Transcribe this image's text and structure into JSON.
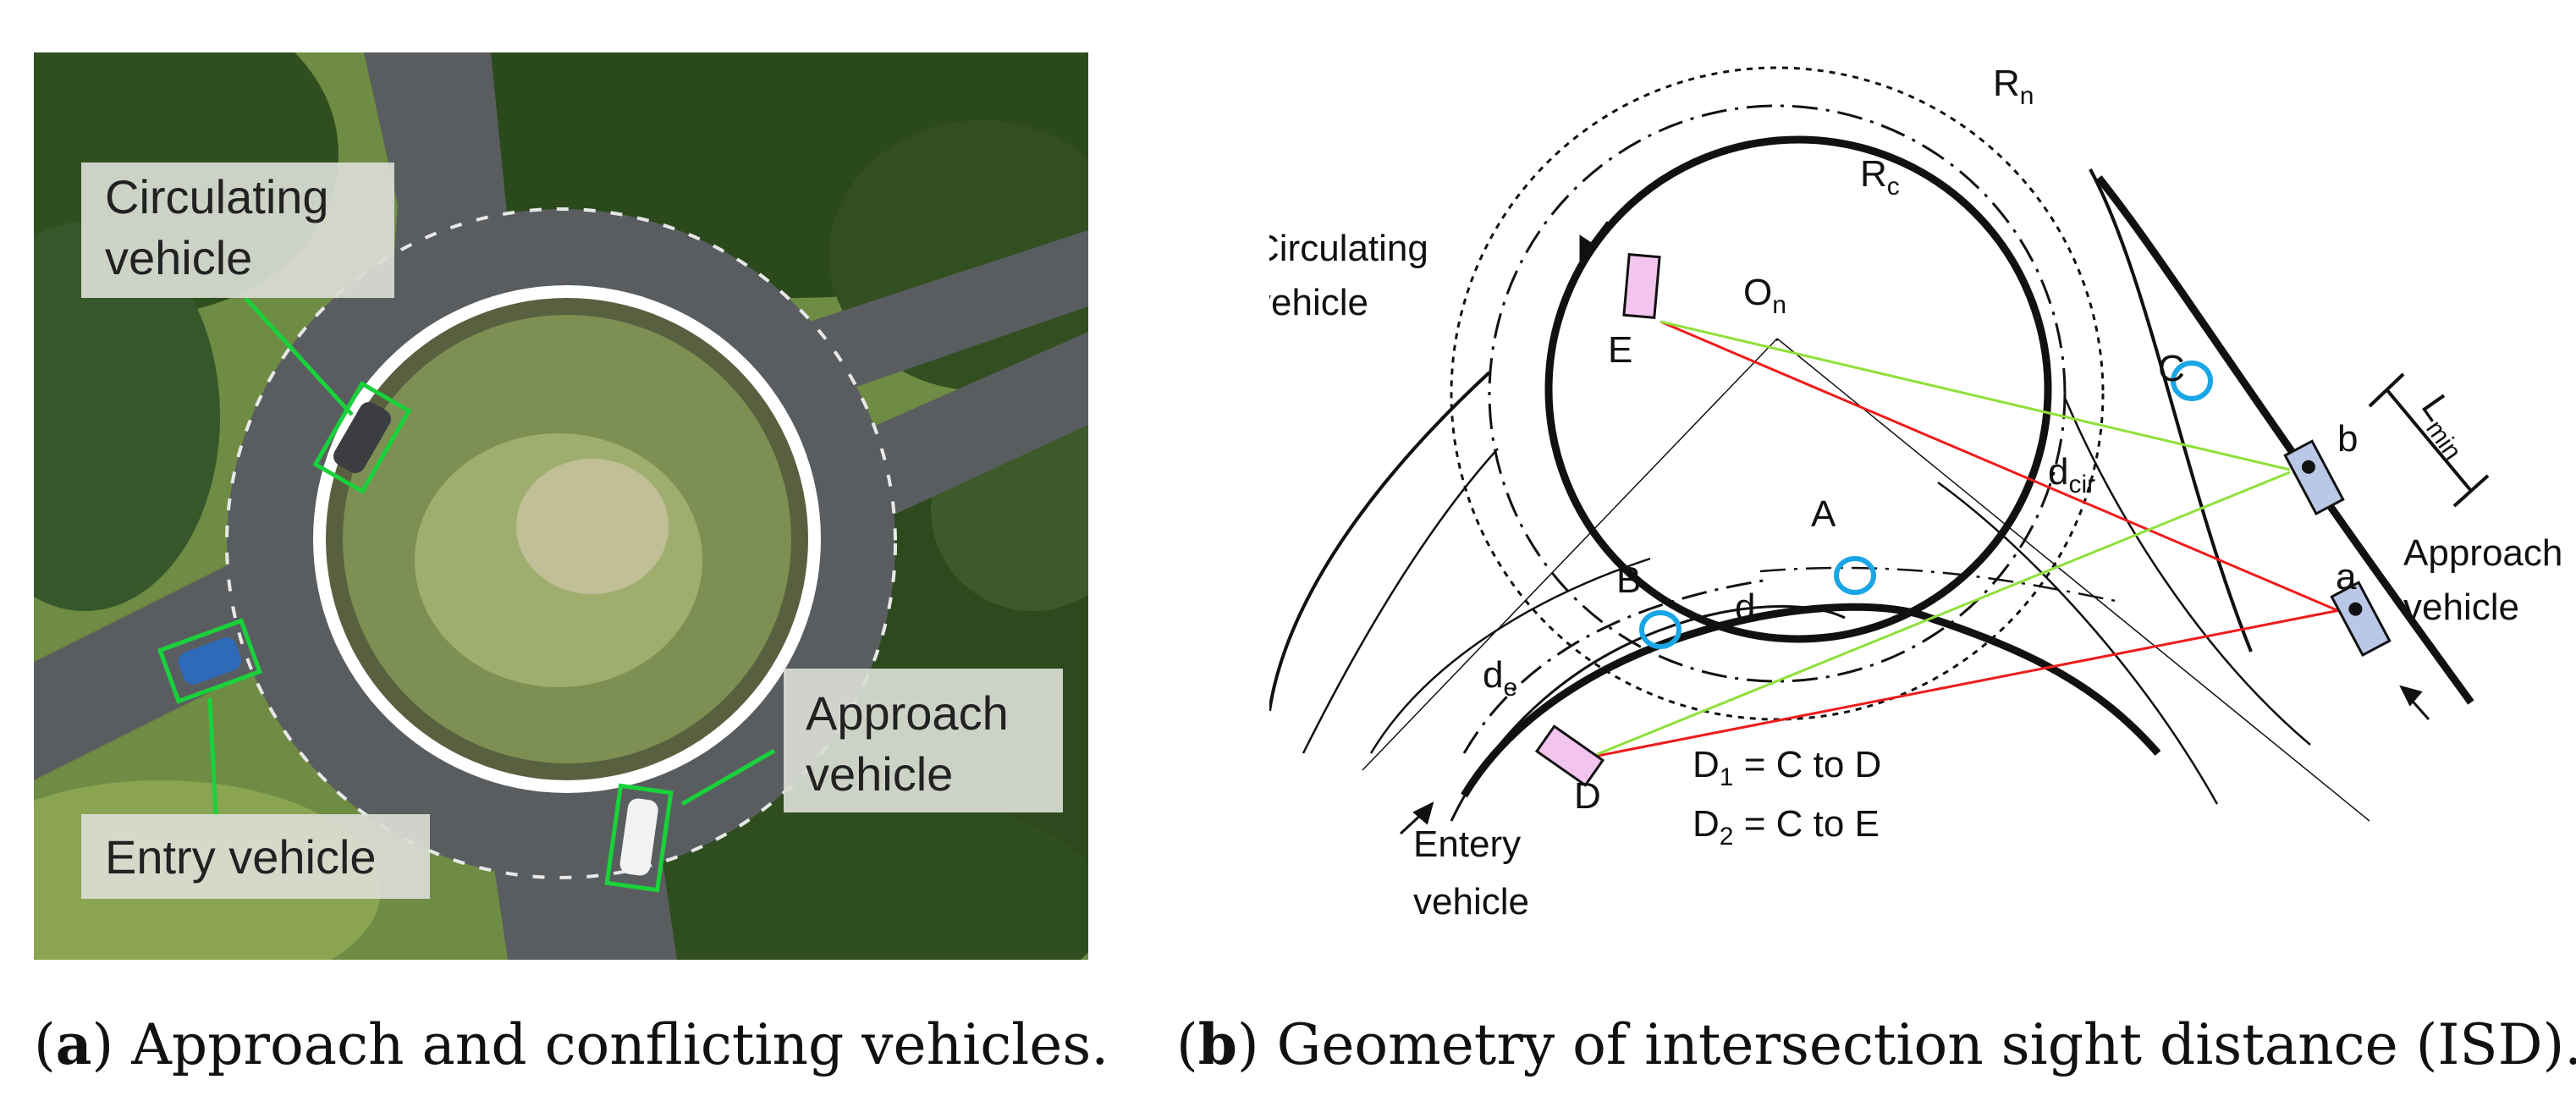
{
  "panel_a": {
    "labels": {
      "circulating": [
        "Circulating",
        "vehicle"
      ],
      "approach": [
        "Approach",
        "vehicle"
      ],
      "entry": "Entry vehicle"
    },
    "colors": {
      "road": "#575a5d",
      "grass": "#6b8a3c",
      "trees": "#2e4d1f",
      "box": "#19d23b",
      "label_bg": "#d9ddd3"
    }
  },
  "panel_b": {
    "labels": {
      "Rn": "R",
      "Rn_sub": "n",
      "Rc": "R",
      "Rc_sub": "c",
      "On": "O",
      "On_sub": "n",
      "circulating": [
        "Circulating",
        "vehicle"
      ],
      "approach": [
        "Approach",
        "vehicle"
      ],
      "entry": [
        "Entery",
        "vehicle"
      ],
      "A": "A",
      "B": "B",
      "C": "C",
      "D": "D",
      "E": "E",
      "a": "a",
      "b": "b",
      "d": "d",
      "de": "d",
      "de_sub": "e",
      "dcir": "d",
      "dcir_sub": "cir",
      "Lmin": "L",
      "Lmin_sub": "min",
      "eq1_pre": "D",
      "eq1_sub": "1",
      "eq1_post": " = C to D",
      "eq2_pre": "D",
      "eq2_sub": "2",
      "eq2_post": " = C to E"
    },
    "colors": {
      "red_line": "#ee1c1c",
      "green_line": "#8fe03a",
      "marker": "#1aa6e6",
      "circ_vehicle": "#f2c4ee",
      "approach_vehicle": "#b8c8e6"
    }
  },
  "captions": {
    "a_label": "a",
    "a_text": " Approach and conflicting vehicles.",
    "b_label": "b",
    "b_text": " Geometry of intersection sight distance (ISD)."
  }
}
